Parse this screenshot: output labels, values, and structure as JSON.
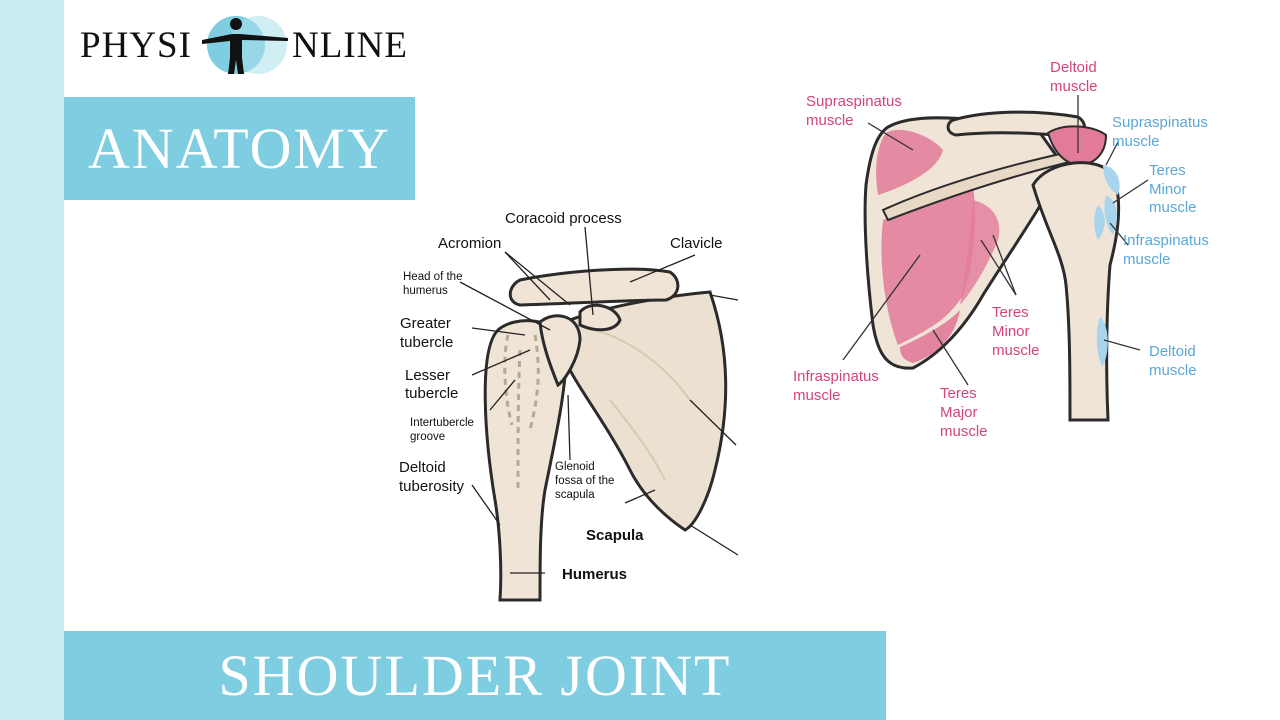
{
  "logo": {
    "left": "PHYSI",
    "right": "NLINE"
  },
  "header_tag": "ANATOMY",
  "title": "SHOULDER JOINT",
  "colors": {
    "accent": "#7fcde0",
    "strip": "#c8ebf2",
    "bone": "#efe4d6",
    "muscle_pink": "#e27a9a",
    "muscle_blue": "#a9d4ee",
    "label_pink": "#d2447e",
    "label_blue": "#5aa8d8"
  },
  "bone_diagram": {
    "coracoid": "Coracoid process",
    "acromion": "Acromion",
    "clavicle": "Clavicle",
    "head_1": "Head of the",
    "head_2": "humerus",
    "greater_1": "Greater",
    "greater_2": "tubercle",
    "lesser_1": "Lesser",
    "lesser_2": "tubercle",
    "inter_1": "Intertubercle",
    "inter_2": "groove",
    "deltoid_tub_1": "Deltoid",
    "deltoid_tub_2": "tuberosity",
    "glenoid_1": "Glenoid",
    "glenoid_2": "fossa of the",
    "glenoid_3": "scapula",
    "scapula": "Scapula",
    "humerus": "Humerus"
  },
  "muscle_diagram": {
    "deltoid_top_1": "Deltoid",
    "deltoid_top_2": "muscle",
    "supra_left_1": "Supraspinatus",
    "supra_left_2": "muscle",
    "supra_right_1": "Supraspinatus",
    "supra_right_2": "muscle",
    "teres_minor_r_1": "Teres",
    "teres_minor_r_2": "Minor",
    "teres_minor_r_3": "muscle",
    "infra_right_1": "Infraspinatus",
    "infra_right_2": "muscle",
    "deltoid_right_1": "Deltoid",
    "deltoid_right_2": "muscle",
    "teres_minor_c_1": "Teres",
    "teres_minor_c_2": "Minor",
    "teres_minor_c_3": "muscle",
    "infra_left_1": "Infraspinatus",
    "infra_left_2": "muscle",
    "teres_major_1": "Teres",
    "teres_major_2": "Major",
    "teres_major_3": "muscle"
  }
}
